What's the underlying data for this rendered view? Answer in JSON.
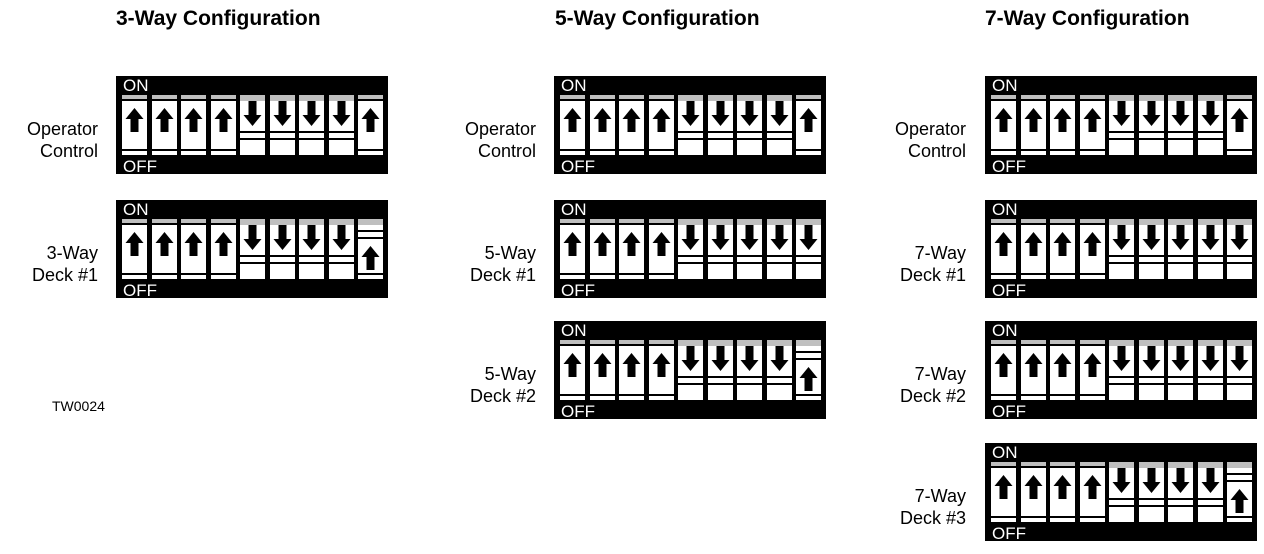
{
  "labels": {
    "on": "ON",
    "off": "OFF"
  },
  "footnote": "TW0024",
  "configurations": [
    {
      "title": "3-Way Configuration",
      "rows": [
        {
          "label": [
            "Operator",
            "Control"
          ],
          "switches": [
            "up",
            "up",
            "up",
            "up",
            "down",
            "down",
            "down",
            "down",
            "up"
          ],
          "last_variant": "plain"
        },
        {
          "label": [
            "3-Way",
            "Deck #1"
          ],
          "switches": [
            "up",
            "up",
            "up",
            "up",
            "down",
            "down",
            "down",
            "down",
            "up"
          ],
          "last_variant": "low"
        }
      ]
    },
    {
      "title": "5-Way Configuration",
      "rows": [
        {
          "label": [
            "Operator",
            "Control"
          ],
          "switches": [
            "up",
            "up",
            "up",
            "up",
            "down",
            "down",
            "down",
            "down",
            "up"
          ],
          "last_variant": "plain"
        },
        {
          "label": [
            "5-Way",
            "Deck #1"
          ],
          "switches": [
            "up",
            "up",
            "up",
            "up",
            "down",
            "down",
            "down",
            "down",
            "down"
          ],
          "last_variant": "plain"
        },
        {
          "label": [
            "5-Way",
            "Deck #2"
          ],
          "switches": [
            "up",
            "up",
            "up",
            "up",
            "down",
            "down",
            "down",
            "down",
            "up"
          ],
          "last_variant": "low"
        }
      ]
    },
    {
      "title": "7-Way Configuration",
      "rows": [
        {
          "label": [
            "Operator",
            "Control"
          ],
          "switches": [
            "up",
            "up",
            "up",
            "up",
            "down",
            "down",
            "down",
            "down",
            "up"
          ],
          "last_variant": "plain"
        },
        {
          "label": [
            "7-Way",
            "Deck #1"
          ],
          "switches": [
            "up",
            "up",
            "up",
            "up",
            "down",
            "down",
            "down",
            "down",
            "down"
          ],
          "last_variant": "plain"
        },
        {
          "label": [
            "7-Way",
            "Deck #2"
          ],
          "switches": [
            "up",
            "up",
            "up",
            "up",
            "down",
            "down",
            "down",
            "down",
            "down"
          ],
          "last_variant": "plain"
        },
        {
          "label": [
            "7-Way",
            "Deck #3"
          ],
          "switches": [
            "up",
            "up",
            "up",
            "up",
            "down",
            "down",
            "down",
            "down",
            "up"
          ],
          "last_variant": "low"
        }
      ]
    }
  ]
}
